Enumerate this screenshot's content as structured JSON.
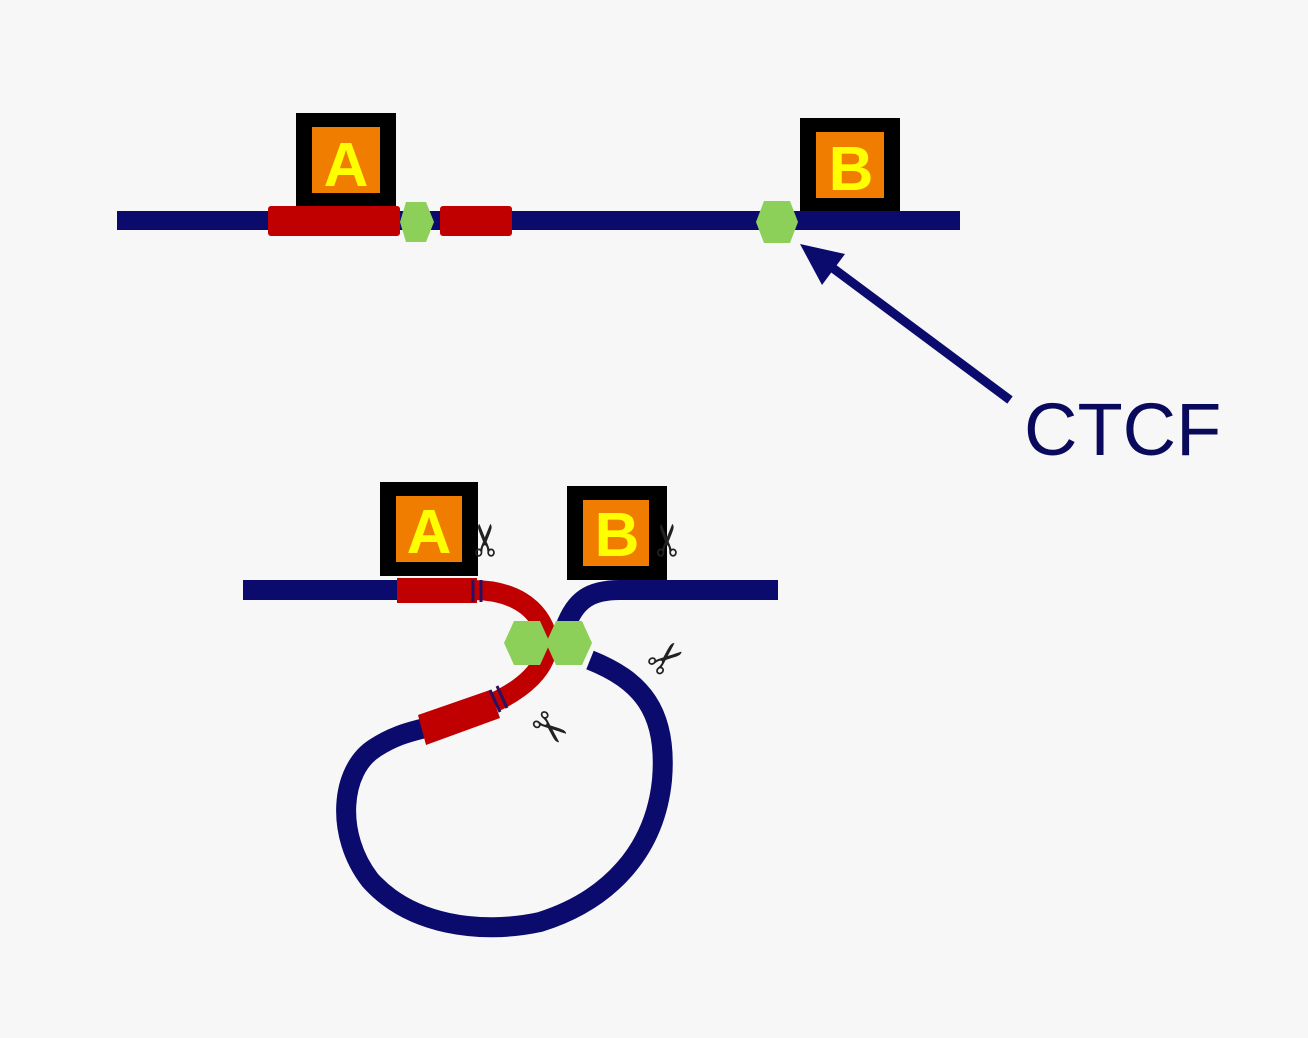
{
  "labels": {
    "element_a": "A",
    "element_b": "B",
    "ctcf": "CTCF"
  },
  "icons": [
    "scissors-icon",
    "ctcf-hexagon"
  ],
  "colors": {
    "dna": "#0b0b6e",
    "region": "#c00000",
    "ctcf": "#8cd05a",
    "box_fill": "#f07d00",
    "box_border": "#000000",
    "box_text": "#ffff00",
    "background": "#f7f7f7"
  }
}
